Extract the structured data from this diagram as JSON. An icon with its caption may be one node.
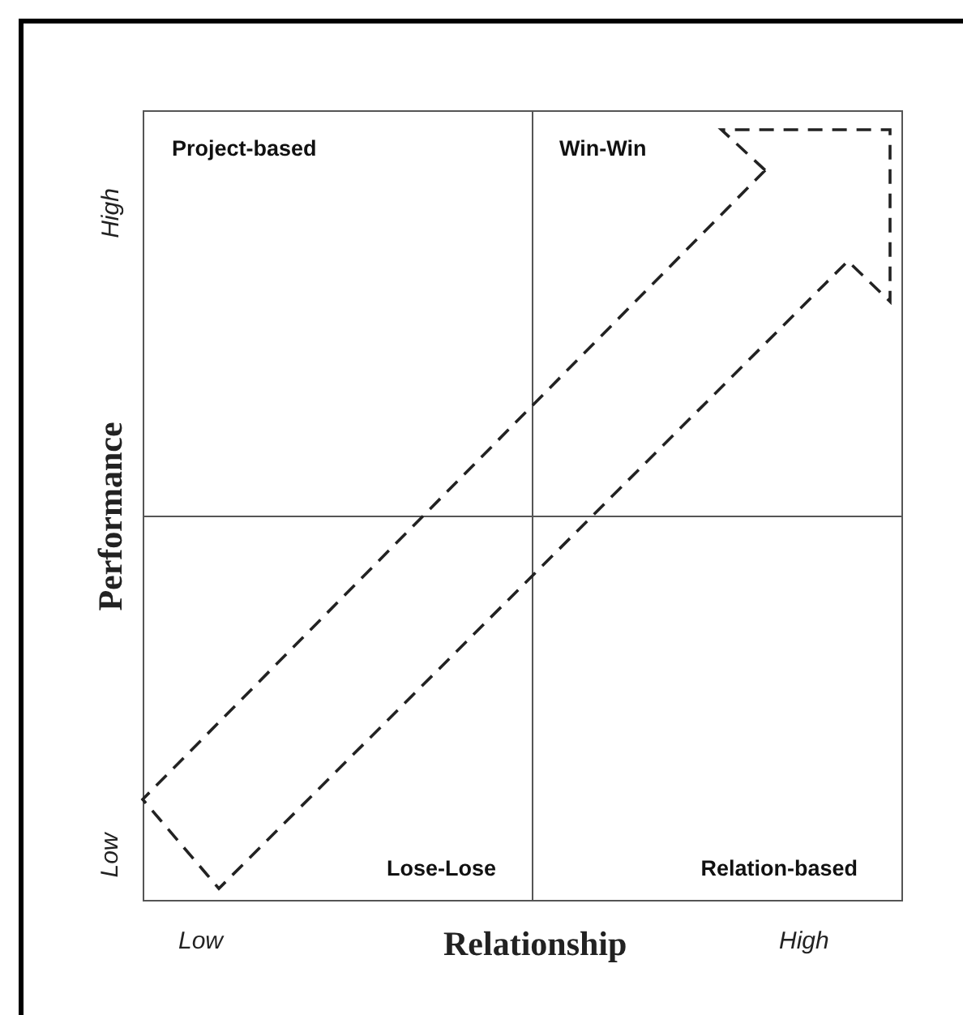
{
  "diagram": {
    "nodes": [
      {
        "text": [
          "Project-based"
        ]
      },
      {
        "text": [
          "Win-Win"
        ]
      },
      {
        "text": [
          "Lose-Lose"
        ]
      },
      {
        "text": [
          "Relation-based"
        ]
      }
    ],
    "edges": [
      {
        "from": 2,
        "to": 1,
        "arrow": "to",
        "style": "dashed"
      }
    ],
    "labels": [
      "High",
      "Performance",
      "Low",
      "Low",
      "Relationship",
      "High"
    ]
  }
}
